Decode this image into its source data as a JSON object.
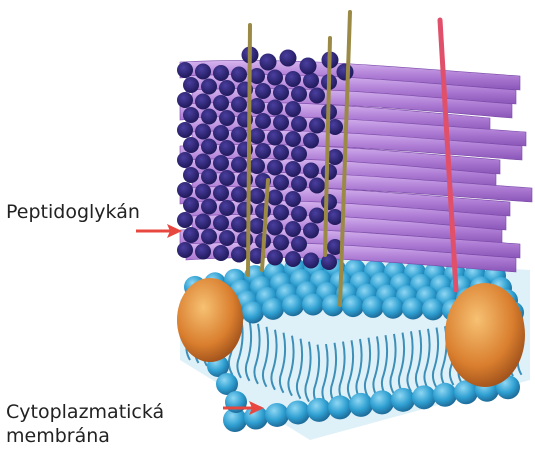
{
  "labels": {
    "peptidoglycan": "Peptidoglykán",
    "membrane_line1": "Cytoplazmatická",
    "membrane_line2": "membrána"
  },
  "colors": {
    "arrow": "#e8473f",
    "peptidoglycan_rod": "#b07fd6",
    "rod_end": "#2a2270",
    "peptide_link": "#9a8a45",
    "red_link": "#e0506a",
    "lipid_head": "#2e9fd1",
    "lipid_tail": "#3d8fb8",
    "protein": "#d97e2e"
  }
}
